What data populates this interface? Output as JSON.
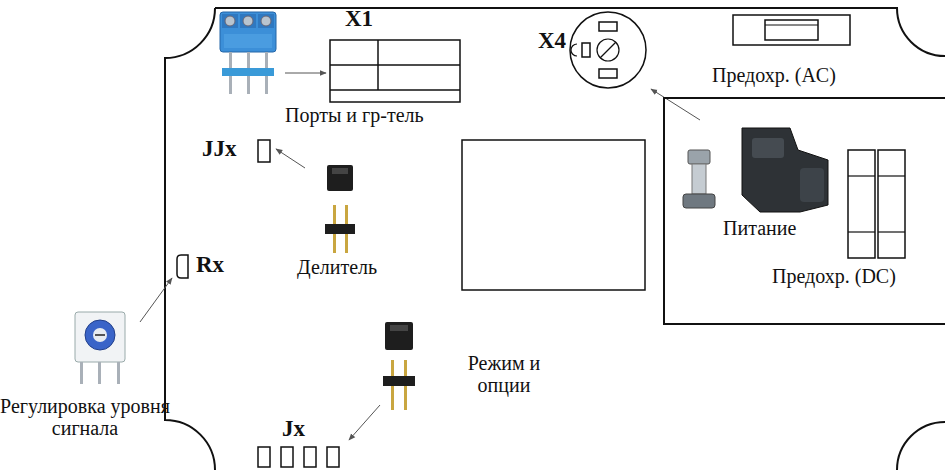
{
  "diagram": {
    "nodes": [
      {
        "text": [
          "Питание",
          "Предохр. (DC)"
        ]
      }
    ],
    "labels": [
      "X1",
      "Порты и гр-тель",
      "X4",
      "Предохр. (AC)",
      "JJx",
      "Делитель",
      "Rx",
      "Регулировка уровня сигнала",
      "Режим и опции",
      "Jx"
    ]
  }
}
